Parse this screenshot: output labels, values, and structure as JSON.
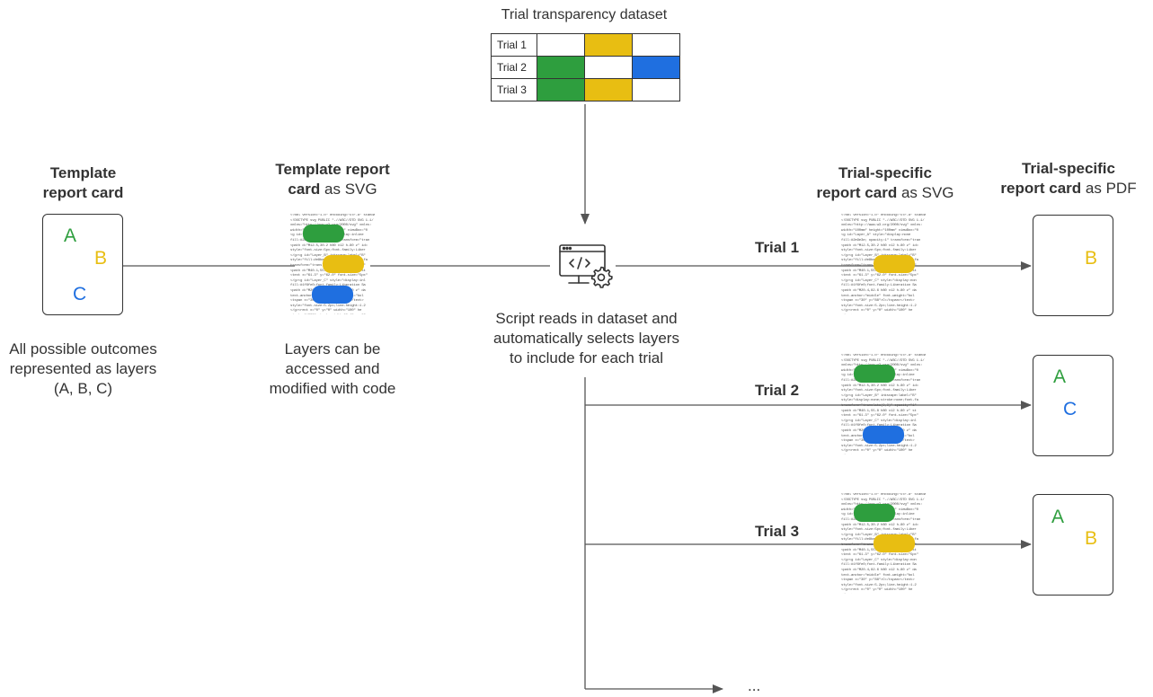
{
  "dataset": {
    "title": "Trial transparency dataset",
    "rows": [
      {
        "label": "Trial 1",
        "cells": [
          "#ffffff",
          "#E8BE12",
          "#ffffff"
        ]
      },
      {
        "label": "Trial 2",
        "cells": [
          "#2E9E3E",
          "#ffffff",
          "#1F6FE0"
        ]
      },
      {
        "label": "Trial 3",
        "cells": [
          "#2E9E3E",
          "#E8BE12",
          "#ffffff"
        ]
      }
    ]
  },
  "colors": {
    "A": "#2E9E3E",
    "B": "#E8BE12",
    "C": "#1F6FE0",
    "line": "#555555"
  },
  "template_card": {
    "title_line1": "Template",
    "title_line2": "report card",
    "letters": {
      "A": "A",
      "B": "B",
      "C": "C"
    },
    "caption_line1": "All possible outcomes",
    "caption_line2": "represented as layers",
    "caption_line3": "(A, B, C)"
  },
  "template_svg": {
    "title_line1": "Template report",
    "title_bold2": "card",
    "title_rest2": " as SVG",
    "caption_line1": "Layers can be",
    "caption_line2": "accessed and",
    "caption_line3": "modified with code"
  },
  "script": {
    "icon": "code-window-gear-icon",
    "caption_line1": "Script reads in dataset and",
    "caption_line2": "automatically selects layers",
    "caption_line3": "to include for each trial"
  },
  "trial_svg_header": {
    "line1": "Trial-specific",
    "bold2": "report card",
    "rest2": " as SVG"
  },
  "trial_pdf_header": {
    "line1": "Trial-specific",
    "bold2": "report card",
    "rest2": " as PDF"
  },
  "trials": [
    {
      "label": "Trial 1",
      "pdf_letters": [
        "B"
      ]
    },
    {
      "label": "Trial 2",
      "pdf_letters": [
        "A",
        "C"
      ]
    },
    {
      "label": "Trial 3",
      "pdf_letters": [
        "A",
        "B"
      ]
    }
  ],
  "ellipsis": "..."
}
